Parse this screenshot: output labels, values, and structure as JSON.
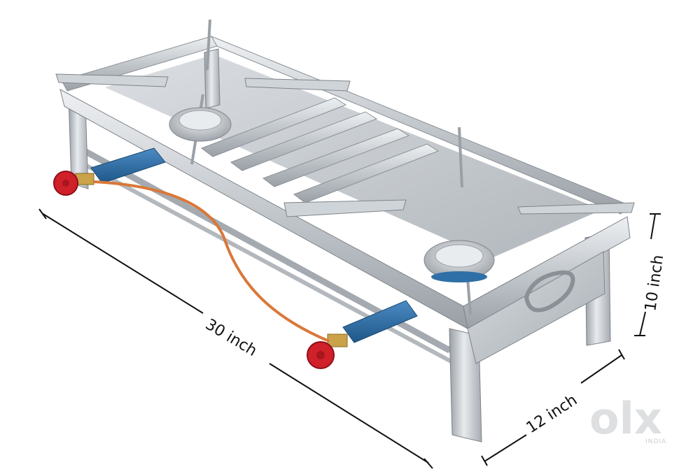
{
  "image": {
    "subject": "stainless-steel-two-burner-gas-stove-stand",
    "dimensions": {
      "length": "30 inch",
      "height": "10 inch",
      "width": "12 inch"
    },
    "watermark": {
      "brand": "olx",
      "region": "INDIA"
    },
    "colors": {
      "steel_light": "#e4e7ea",
      "steel_mid": "#b8bdc2",
      "steel_dark": "#8a9096",
      "burner_blue": "#2f6fa7",
      "knob_red": "#d0202a",
      "hose_orange": "#d9783a",
      "brass": "#c9a24a",
      "watermark": "#d9dadb"
    }
  }
}
